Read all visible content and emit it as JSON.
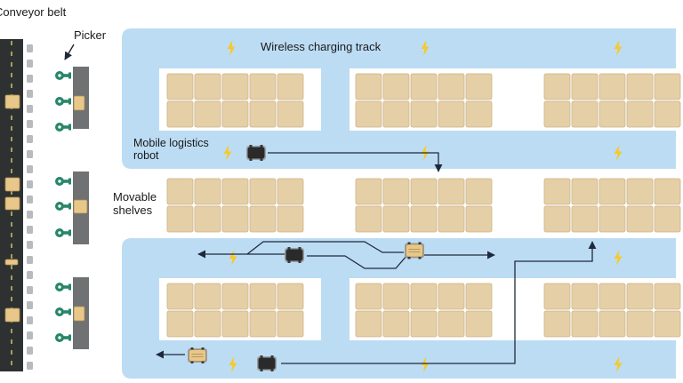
{
  "labels": {
    "conveyor_belt": "Conveyor belt",
    "picker": "Picker",
    "wireless_charging_track": "Wireless charging track",
    "mobile_logistics_robot": "Mobile logistics robot",
    "movable_shelves": "Movable shelves"
  },
  "colors": {
    "track_fill": "#bcdcf4",
    "shelf_fill": "#e5cfa6",
    "shelf_border": "#cdb488",
    "conveyor": "#2e3132",
    "conveyor_dash": "#d8e070",
    "picker_station": "#707172",
    "picker_glyph": "#27866a",
    "lightning": "#f7c928",
    "route_line": "#1e2a3a",
    "robot_body": "#2a2a2a",
    "package": "#e8c88a"
  },
  "icons": {
    "charging": "lightning-bolt-icon",
    "picker": "picker-robot-icon",
    "robot": "mobile-robot-icon",
    "package": "package-icon"
  }
}
